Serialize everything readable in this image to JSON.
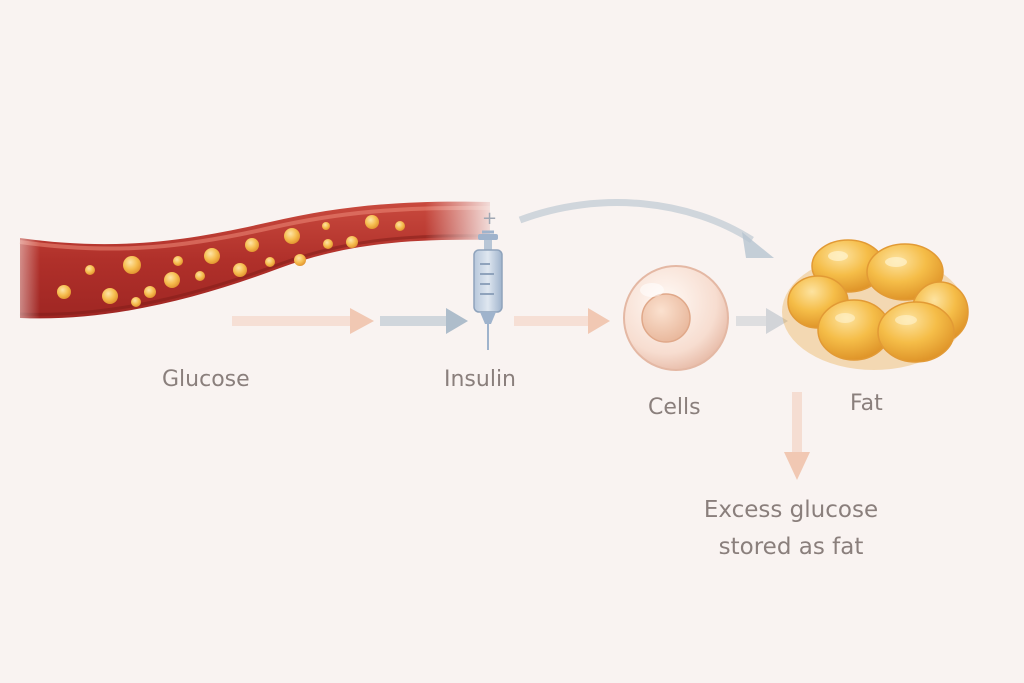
{
  "labels": {
    "glucose": "Glucose",
    "insulin": "Insulin",
    "cells": "Cells",
    "fat": "Fat",
    "excess_line1": "Excess glucose",
    "excess_line2": "stored as fat"
  },
  "syringe": {
    "plus_sign": "+"
  },
  "colors": {
    "background": "#f9f3f1",
    "vessel": "#b8322c",
    "glucose_particle": "#f4b64a",
    "syringe": "#9fb3cc",
    "cell": "#f2cfbf",
    "fat": "#f0b23f",
    "arrow_peach": "#f1c8b3",
    "arrow_blue": "#aebdcb",
    "label_text": "#8a7f7c"
  },
  "icons": [
    "blood-vessel",
    "syringe-icon",
    "cell-icon",
    "fat-cluster-icon",
    "arrow-icon"
  ]
}
